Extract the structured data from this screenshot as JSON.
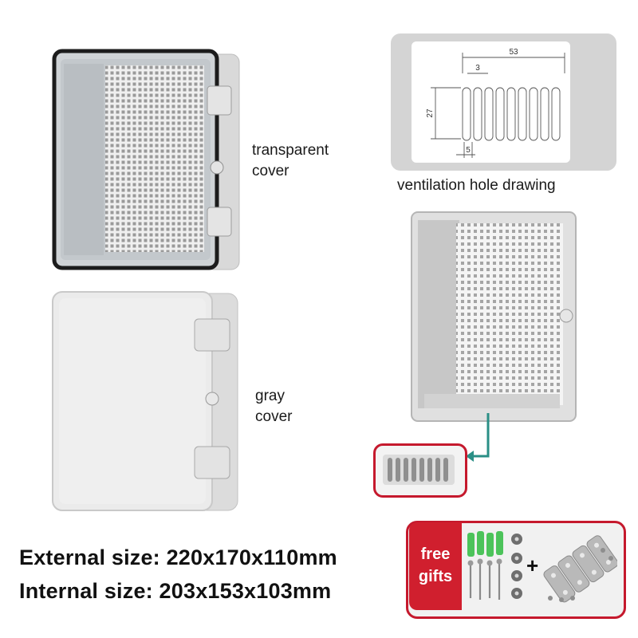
{
  "labels": {
    "transparent_cover_line1": "transparent",
    "transparent_cover_line2": "cover",
    "gray_cover_line1": "gray",
    "gray_cover_line2": "cover",
    "ventilation_caption": "ventilation hole drawing"
  },
  "drawing": {
    "dim_width": "53",
    "dim_slot_gap": "3",
    "dim_height": "27",
    "dim_slot_width": "5"
  },
  "sizes": {
    "external": "External size: 220x170x110mm",
    "internal": "Internal size: 203x153x103mm"
  },
  "gifts": {
    "line1": "free",
    "line2": "gifts",
    "plus": "+"
  },
  "colors": {
    "accent_red": "#c5192d",
    "arrow_teal": "#2a8f86",
    "anchor_green": "#4cc35a",
    "box_gray": "#e6e6e6"
  }
}
